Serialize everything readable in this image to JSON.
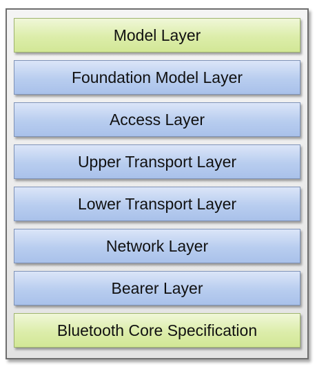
{
  "layers": [
    {
      "label": "Model Layer",
      "color": "green"
    },
    {
      "label": "Foundation Model Layer",
      "color": "blue"
    },
    {
      "label": "Access Layer",
      "color": "blue"
    },
    {
      "label": "Upper Transport Layer",
      "color": "blue"
    },
    {
      "label": "Lower Transport Layer",
      "color": "blue"
    },
    {
      "label": "Network Layer",
      "color": "blue"
    },
    {
      "label": "Bearer Layer",
      "color": "blue"
    },
    {
      "label": "Bluetooth Core Specification",
      "color": "green"
    }
  ],
  "colors": {
    "blue_fill": "#b8cdef",
    "green_fill": "#dcedaa",
    "frame_border": "#6e6e6e"
  }
}
